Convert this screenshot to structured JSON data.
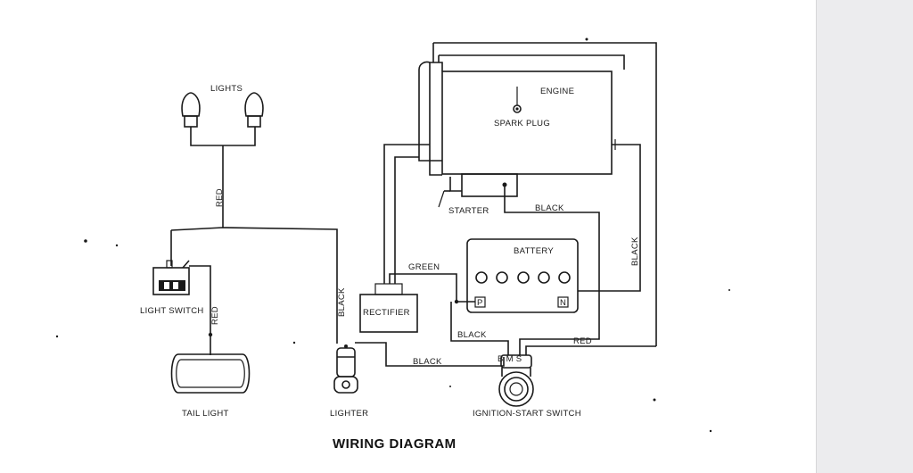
{
  "diagram": {
    "title": "WIRING DIAGRAM",
    "components": {
      "lights": "LIGHTS",
      "engine": "ENGINE",
      "spark_plug": "SPARK PLUG",
      "starter": "STARTER",
      "battery": "BATTERY",
      "rectifier": "RECTIFIER",
      "light_switch": "LIGHT SWITCH",
      "tail_light": "TAIL LIGHT",
      "lighter": "LIGHTER",
      "ignition_switch": "IGNITION-START SWITCH"
    },
    "terminals": {
      "battery_positive": "P",
      "battery_negative": "N",
      "ignition_terminals": "B M S"
    },
    "wires": {
      "red_lights": "RED",
      "red_tail": "RED",
      "red_ignition": "RED",
      "black_lighter": "BLACK",
      "black_starter": "BLACK",
      "black_engine_ground": "BLACK",
      "black_battery": "BLACK",
      "black_ignition": "BLACK",
      "green_rectifier": "GREEN"
    }
  }
}
